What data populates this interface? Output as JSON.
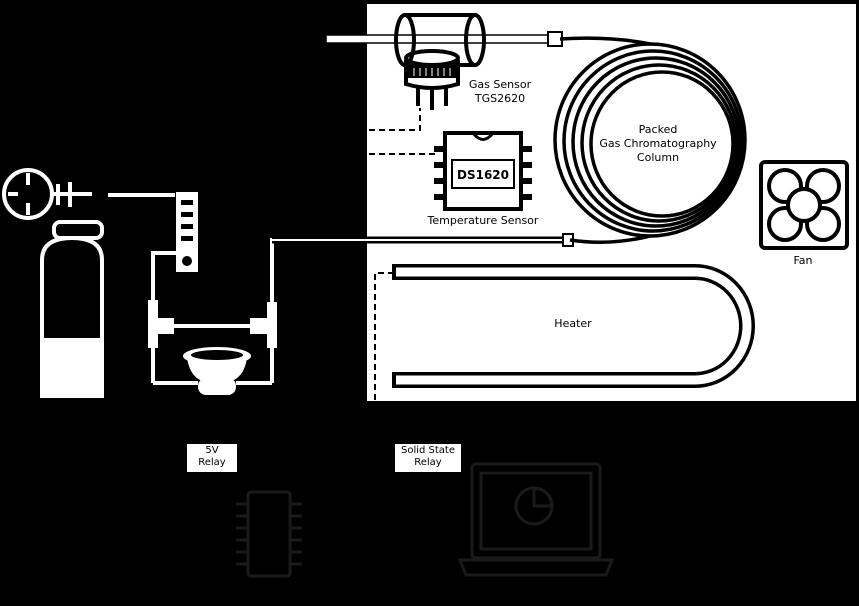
{
  "labels": {
    "gas_sensor_line1": "Gas Sensor",
    "gas_sensor_line2": "TGS2620",
    "column_line1": "Packed",
    "column_line2": "Gas Chromatography",
    "column_line3": "Column",
    "chip": "DS1620",
    "temperature_sensor": "Temperature Sensor",
    "fan": "Fan",
    "heater": "Heater",
    "relay_5v_line1": "5V",
    "relay_5v_line2": "Relay",
    "ssr_line1": "Solid State",
    "ssr_line2": "Relay"
  },
  "colors": {
    "background": "#000000",
    "panel": "#ffffff",
    "line": "#000000"
  },
  "icons": [
    "gas-cylinder-icon",
    "flow-meter-icon",
    "pump-icon",
    "gas-sensor-icon",
    "ic-chip-icon",
    "fan-icon",
    "microcontroller-icon",
    "laptop-icon"
  ]
}
